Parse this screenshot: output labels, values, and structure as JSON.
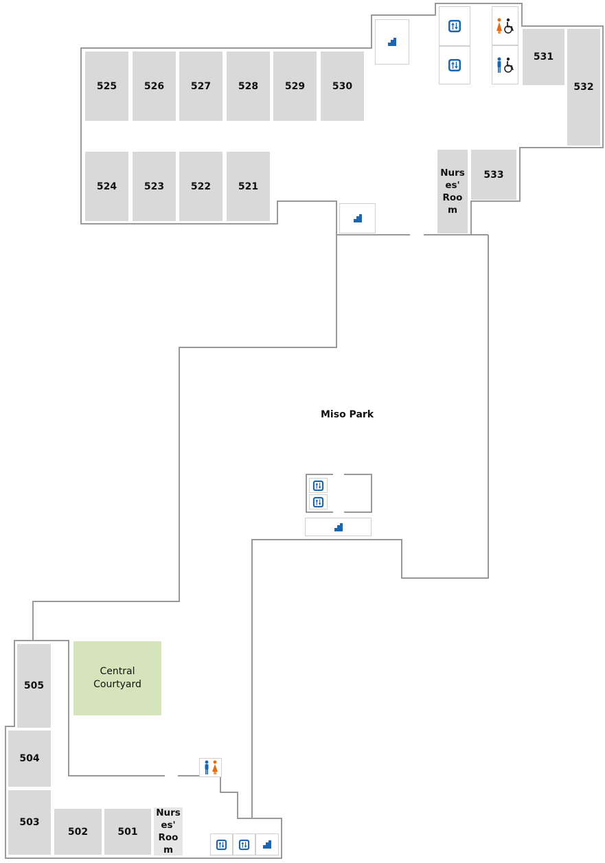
{
  "map": {
    "area_label": "Miso Park",
    "courtyard_label": "Central\nCourtyard",
    "nurses_room_label": "Nurs\nes'\nRoo\nm",
    "rooms": {
      "r525": "525",
      "r526": "526",
      "r527": "527",
      "r528": "528",
      "r529": "529",
      "r530": "530",
      "r531": "531",
      "r532": "532",
      "r533": "533",
      "r524": "524",
      "r523": "523",
      "r522": "522",
      "r521": "521",
      "r505": "505",
      "r504": "504",
      "r503": "503",
      "r502": "502",
      "r501": "501"
    },
    "icons": {
      "elevator": "elevator-icon",
      "stairs": "stairs-icon",
      "restroom": "restroom-icon",
      "accessible_restroom_female": "accessible-female-restroom-icon",
      "accessible_restroom_male": "accessible-male-restroom-icon"
    },
    "colors": {
      "room_fill": "#d9d9d9",
      "courtyard_fill": "#d6e4bb",
      "wall": "#999999",
      "icon_blue": "#1a66b3",
      "icon_orange": "#e86a10"
    }
  }
}
